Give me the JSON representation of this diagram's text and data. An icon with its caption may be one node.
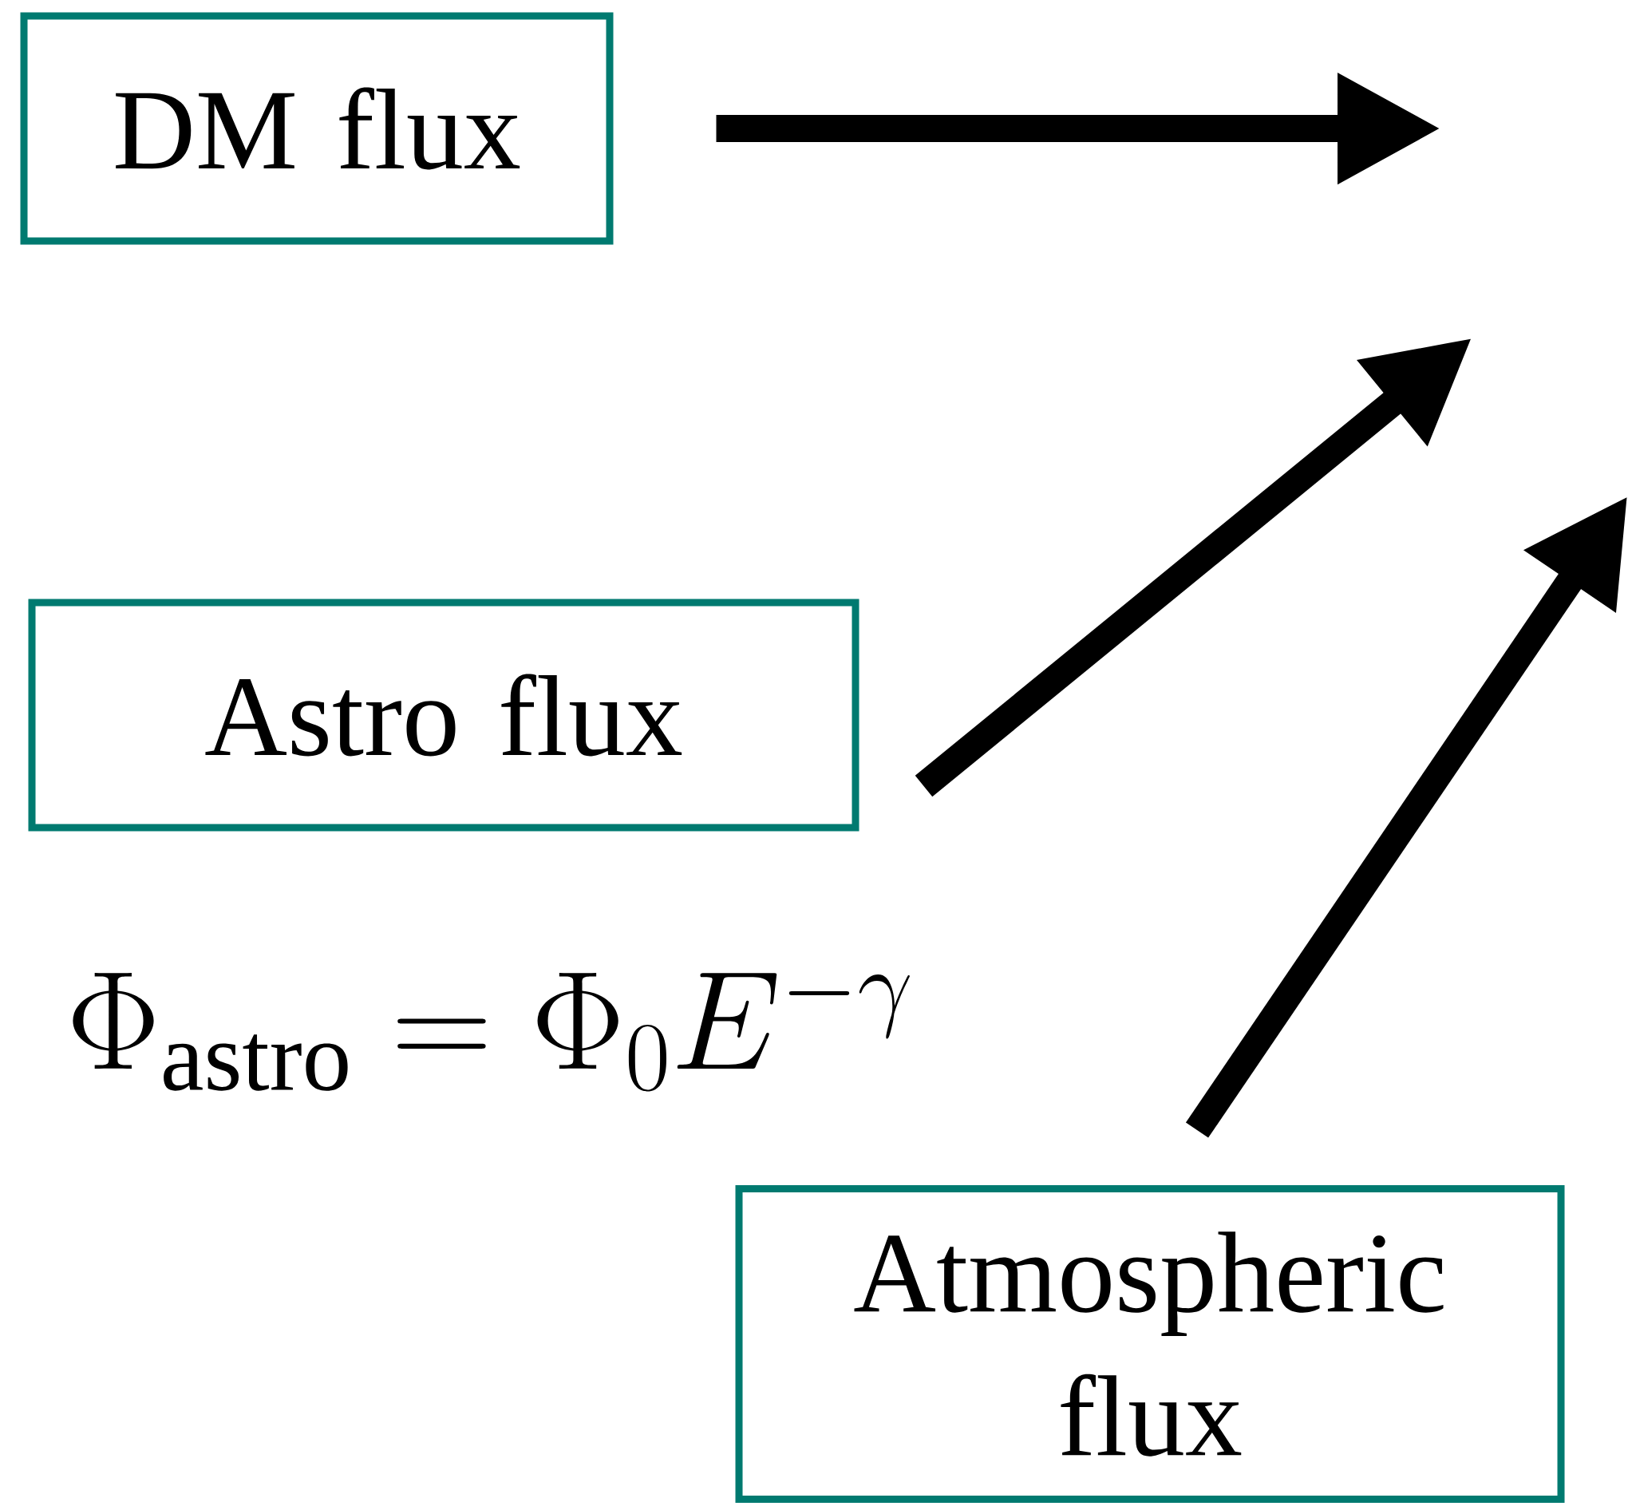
{
  "diagram": {
    "nodes": [
      {
        "text": [
          "DM flux"
        ]
      },
      {
        "text": [
          "Astro flux"
        ]
      },
      {
        "text": [
          "Atmospheric flux"
        ]
      }
    ],
    "edges": [
      {
        "from": 0,
        "to": null,
        "arrow": "to"
      },
      {
        "from": 1,
        "to": null,
        "arrow": "to"
      },
      {
        "from": 2,
        "to": null,
        "arrow": "to"
      }
    ],
    "labels": [
      "\\Phi_\\mathrm{astro} = \\Phi_0 E^{-\\gamma}"
    ]
  }
}
